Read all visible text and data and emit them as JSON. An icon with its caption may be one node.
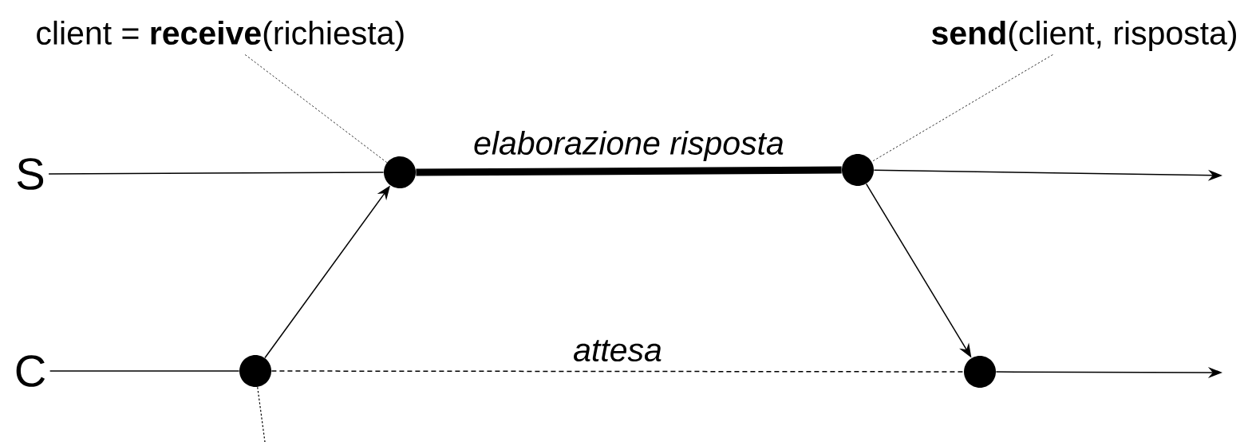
{
  "diagram": {
    "nodes": [
      {
        "text": [
          "S"
        ]
      },
      {
        "text": [
          "C"
        ]
      },
      {
        "text": [],
        "shape": "circle"
      },
      {
        "text": [],
        "shape": "circle"
      },
      {
        "text": [],
        "shape": "circle"
      },
      {
        "text": [],
        "shape": "circle"
      },
      {
        "text": [
          "client = **receive**(richiesta)"
        ]
      },
      {
        "text": [
          "**send**(client, risposta)"
        ]
      }
    ],
    "edges": [
      {
        "from": 0,
        "to": 2,
        "arrow": "none"
      },
      {
        "from": 2,
        "to": 3,
        "arrow": "none",
        "style": "thick",
        "label": "elaborazione risposta"
      },
      {
        "from": 3,
        "to": null,
        "arrow": "to"
      },
      {
        "from": 1,
        "to": 4,
        "arrow": "none"
      },
      {
        "from": 4,
        "to": 5,
        "arrow": "none",
        "style": "dashed",
        "label": "attesa"
      },
      {
        "from": 5,
        "to": null,
        "arrow": "to"
      },
      {
        "from": 4,
        "to": 2,
        "arrow": "to"
      },
      {
        "from": 3,
        "to": 5,
        "arrow": "to"
      },
      {
        "from": 6,
        "to": 2,
        "arrow": "none",
        "style": "dashed"
      },
      {
        "from": 7,
        "to": 3,
        "arrow": "none",
        "style": "dashed"
      },
      {
        "from": 4,
        "to": null,
        "arrow": "none",
        "style": "dashed"
      }
    ]
  }
}
